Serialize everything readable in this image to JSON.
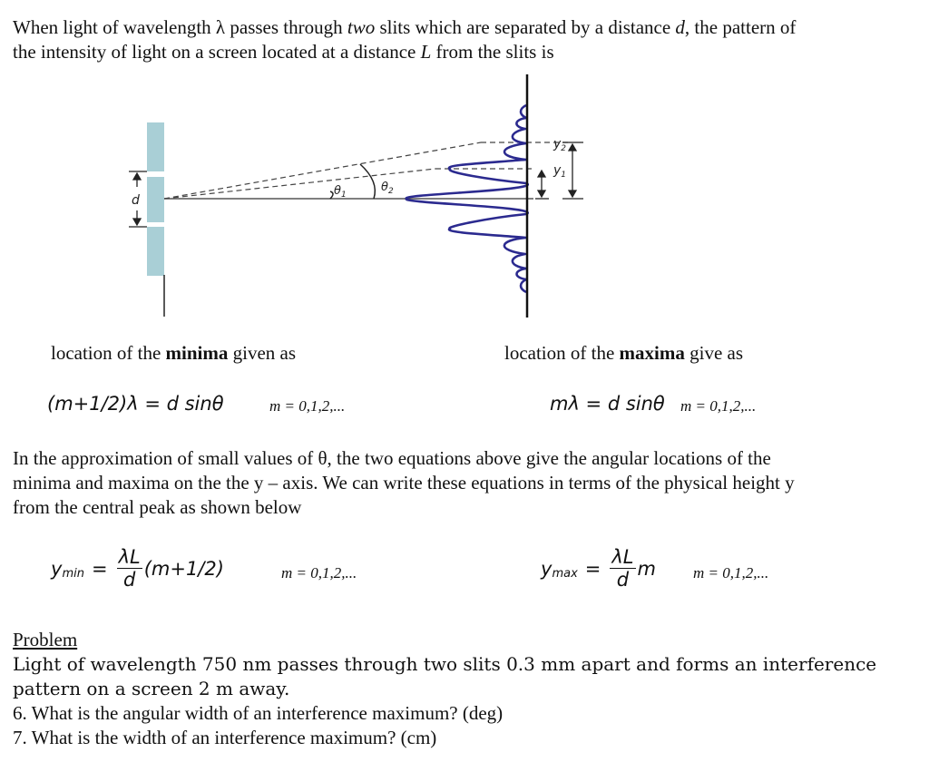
{
  "intro": {
    "line1_a": "When light of wavelength λ passes through ",
    "line1_italic": "two",
    "line1_b": " slits which are separated by a distance ",
    "line1_d": "d",
    "line1_c": ", the pattern of",
    "line2_a": "the intensity of light on a screen located at a distance ",
    "line2_L": "L",
    "line2_b": " from the slits is"
  },
  "diagram": {
    "label_d": "d",
    "label_theta1": "θ",
    "label_theta1_sub": "1",
    "label_theta2": "θ",
    "label_theta2_sub": "2",
    "label_y1": "y",
    "label_y1_sub": "1",
    "label_y2": "y",
    "label_y2_sub": "2",
    "colors": {
      "slit": "#a9cfd6",
      "curve": "#2b2a8f",
      "lines": "#333333"
    }
  },
  "minima": {
    "caption_a": "location of the ",
    "caption_bold": "minima",
    "caption_b": " given as",
    "equation": "(m+1/2)λ = d sinθ",
    "range": "m = 0,1,2,..."
  },
  "maxima": {
    "caption_a": "location of the ",
    "caption_bold": "maxima",
    "caption_b": " give as",
    "equation": "mλ = d sinθ",
    "range": "m = 0,1,2,..."
  },
  "approx": {
    "line1": "In the approximation of small values of θ, the two equations above give the angular locations of the",
    "line2": "minima and maxima on the the y – axis. We can write these equations in terms of the physical height y",
    "line3": "from the central peak as shown below"
  },
  "ymin_eq": {
    "lhs": "y",
    "lhs_sub": "min",
    "eq": "=",
    "num": "λL",
    "den": "d",
    "tail": "(m+1/2)",
    "range": "m = 0,1,2,..."
  },
  "ymax_eq": {
    "lhs": "y",
    "lhs_sub": "max",
    "eq": "=",
    "num": "λL",
    "den": "d",
    "tail": "m",
    "range": "m = 0,1,2,..."
  },
  "problem": {
    "heading": "Problem",
    "line1": "Light of wavelength 750 nm passes through two slits 0.3 mm apart and forms an interference",
    "line2": "pattern on a screen 2 m away.",
    "q6": "6. What is the angular width of an interference maximum? (deg)",
    "q7": "7. What is the width of an interference maximum? (cm)"
  }
}
